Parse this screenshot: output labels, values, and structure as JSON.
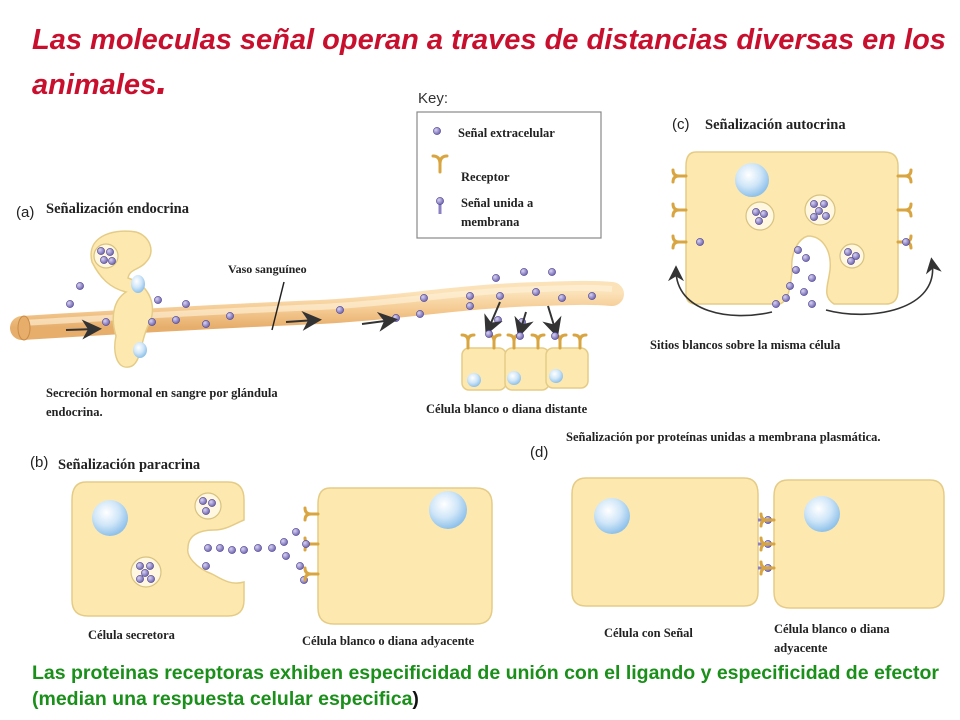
{
  "title": {
    "text": "Las moleculas señal operan a traves de distancias diversas en los animales",
    "punct": "."
  },
  "key": {
    "heading": "Key:",
    "extracellular_signal": "Señal extracelular",
    "receptor": "Receptor",
    "membrane_signal": "Señal unida a membrana"
  },
  "panels": {
    "a": {
      "letter": "(a)",
      "heading": "Señalización endocrina",
      "vessel_label": "Vaso sanguíneo",
      "secretion_label": "Secreción hormonal en sangre por glándula endocrina.",
      "target_label": "Célula blanco o diana distante"
    },
    "b": {
      "letter": "(b)",
      "heading": "Señalización paracrina",
      "secretory_label": "Célula secretora",
      "target_label": "Célula blanco o diana adyacente"
    },
    "c": {
      "letter": "(c)",
      "heading": "Señalización autocrina",
      "sites_label": "Sitios blancos sobre la misma célula"
    },
    "d": {
      "letter": "(d)",
      "heading": "Señalización por proteínas unidas a membrana plasmática.",
      "signal_cell_label": "Célula con Señal",
      "target_label": "Célula blanco o diana adyacente"
    }
  },
  "bottom_text": {
    "text": "Las proteinas receptoras exhiben especificidad de unión con el ligando y especificidad de efector (median una respuesta celular especifica",
    "close_paren": ")"
  },
  "colors": {
    "title": "#c8102e",
    "bottom_text": "#1a8f1a",
    "cell_fill": "#fde9b0",
    "cell_stroke": "#e5cc86",
    "nucleus": "#b9d9f3",
    "signal_molecule": "#8b80c4",
    "receptor": "#d9a541",
    "vessel": "#f2c78c"
  }
}
